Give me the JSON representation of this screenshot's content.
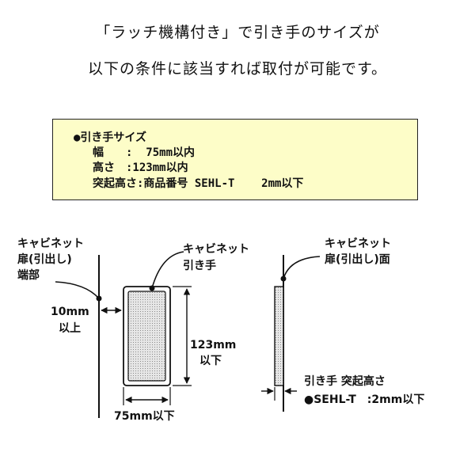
{
  "heading": {
    "line1": "「ラッチ機構付き」で引き手のサイズが",
    "line2": "以下の条件に該当すれば取付が可能です。"
  },
  "spec": {
    "title": "●引き手サイズ",
    "width_line": "幅　　:  75mm以内",
    "height_line": "高さ　:123mm以内",
    "protrusion_line": "突起高さ:商品番号 SEHL-T    2mm以下"
  },
  "labels": {
    "door_edge": [
      "キャビネット",
      "扉(引出し)",
      "端部"
    ],
    "handle": [
      "キャビネット",
      "引き手"
    ],
    "door_face": [
      "キャビネット",
      "扉(引出し)面"
    ],
    "gap": [
      "10mm",
      "以上"
    ],
    "height": [
      "123mm",
      "以下"
    ],
    "width": "75mm以下",
    "protrusion": [
      "引き手 突起高さ",
      "●SEHL-T　:2mm以下"
    ]
  },
  "colors": {
    "box_fill": "#fdfdc8",
    "handle_fill": "#d9d9d9",
    "line": "#111111"
  }
}
